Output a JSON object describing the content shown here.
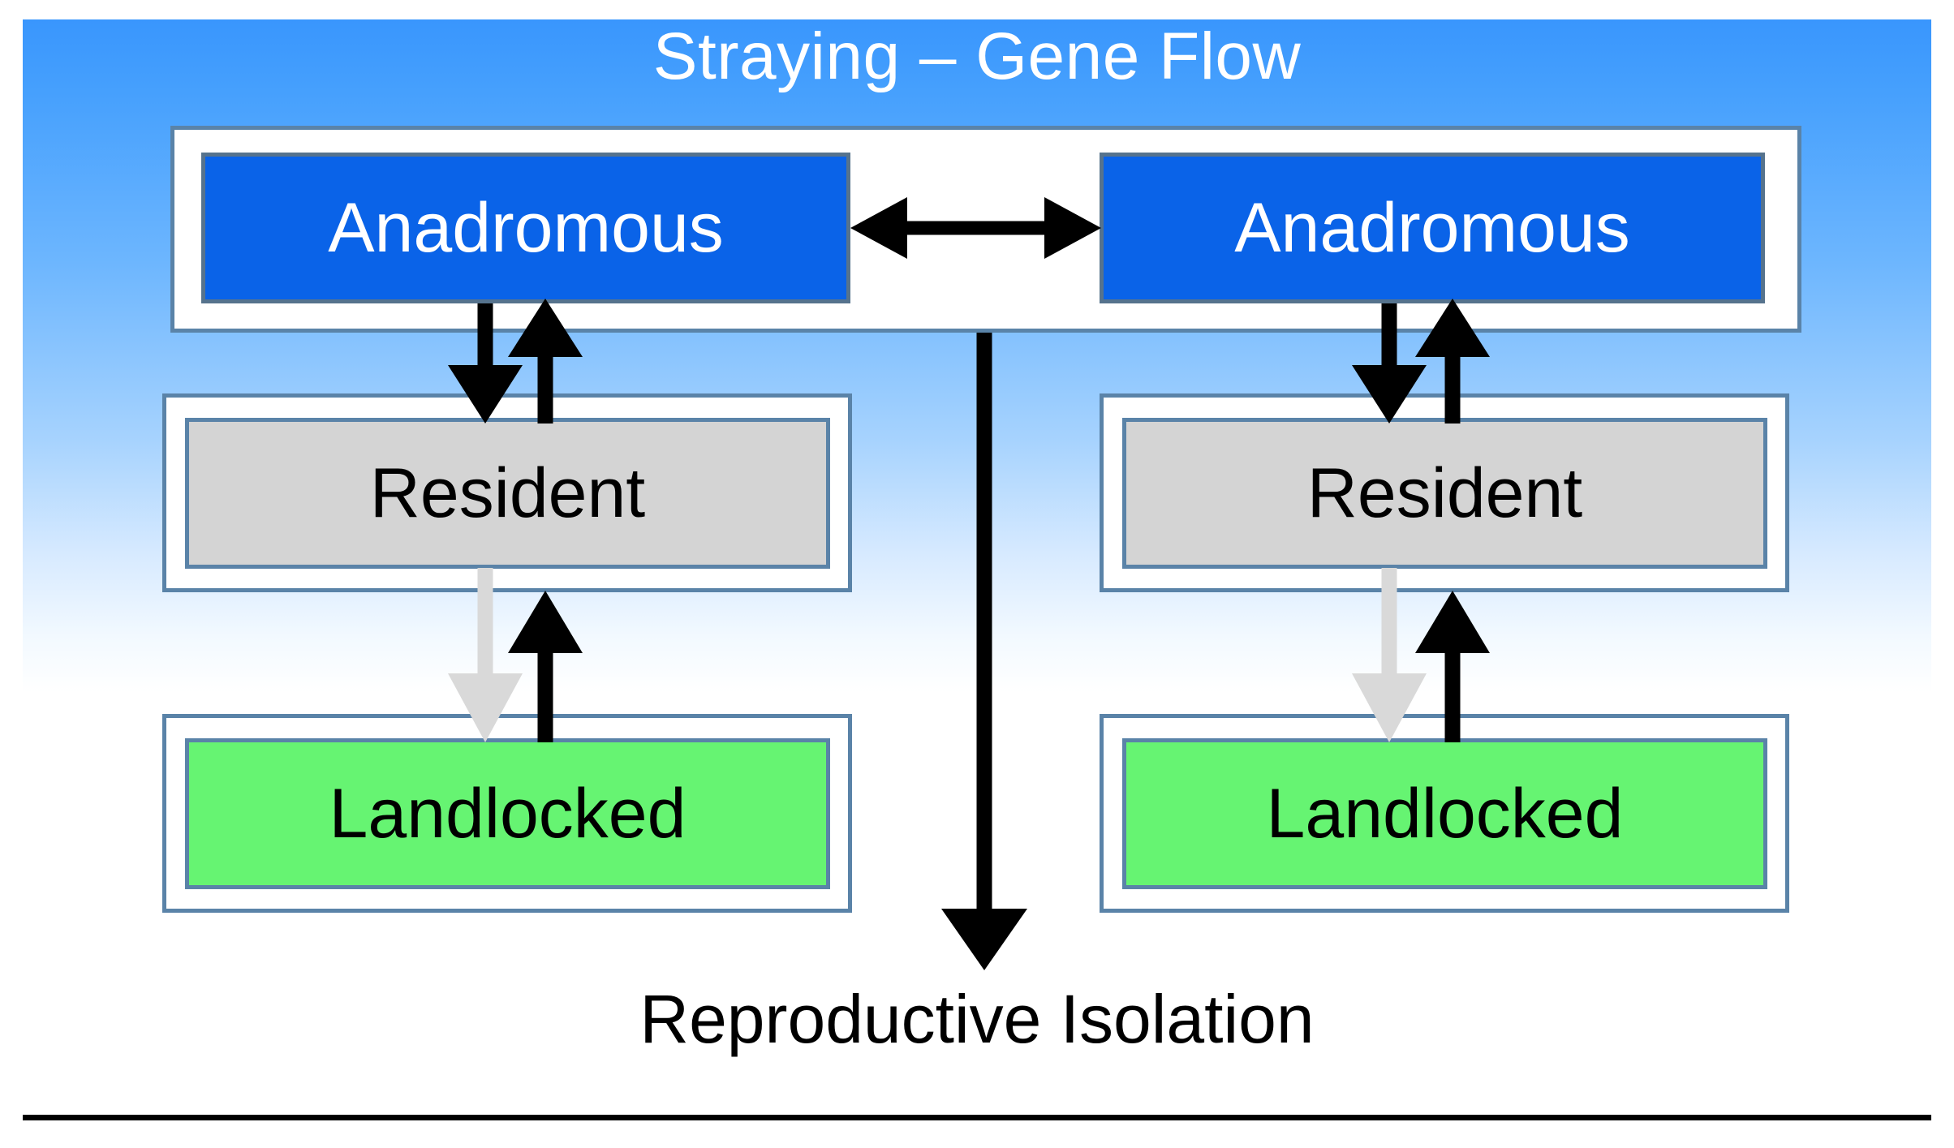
{
  "slide": {
    "title": "Straying – Gene Flow",
    "caption": "Reproductive Isolation",
    "background": {
      "gradient_top": "#3996fd",
      "gradient_bottom": "#ffffff"
    }
  },
  "colors": {
    "anadromous_fill": "#0a63e8",
    "anadromous_text": "#ffffff",
    "resident_fill": "#d4d4d4",
    "landlocked_fill": "#66f472",
    "box_border": "#5a83a8",
    "container_fill": "#ffffff",
    "arrow_black": "#000000",
    "arrow_gray": "#d9d9d9",
    "title_text": "#ffffff",
    "caption_text": "#000000"
  },
  "diagram": {
    "type": "flow-diagram",
    "populations": [
      {
        "side": "left",
        "nodes": [
          {
            "id": "anadromous-left",
            "label": "Anadromous",
            "fill": "#0a63e8"
          },
          {
            "id": "resident-left",
            "label": "Resident",
            "fill": "#d4d4d4"
          },
          {
            "id": "landlocked-left",
            "label": "Landlocked",
            "fill": "#66f472"
          }
        ]
      },
      {
        "side": "right",
        "nodes": [
          {
            "id": "anadromous-right",
            "label": "Anadromous",
            "fill": "#0a63e8"
          },
          {
            "id": "resident-right",
            "label": "Resident",
            "fill": "#d4d4d4"
          },
          {
            "id": "landlocked-right",
            "label": "Landlocked",
            "fill": "#66f472"
          }
        ]
      }
    ],
    "connections": [
      {
        "id": "gene-flow-between-anadromous",
        "from": "anadromous-left",
        "to": "anadromous-right",
        "style": "double-headed",
        "color": "#000000"
      },
      {
        "id": "anadromous-to-resident-left",
        "from": "anadromous-left",
        "to": "resident-left",
        "style": "single",
        "color": "#000000"
      },
      {
        "id": "resident-to-anadromous-left",
        "from": "resident-left",
        "to": "anadromous-left",
        "style": "single",
        "color": "#000000"
      },
      {
        "id": "resident-to-landlocked-left",
        "from": "resident-left",
        "to": "landlocked-left",
        "style": "single",
        "color": "#d9d9d9"
      },
      {
        "id": "landlocked-to-resident-left",
        "from": "landlocked-left",
        "to": "resident-left",
        "style": "single",
        "color": "#000000"
      },
      {
        "id": "anadromous-to-resident-right",
        "from": "anadromous-right",
        "to": "resident-right",
        "style": "single",
        "color": "#000000"
      },
      {
        "id": "resident-to-anadromous-right",
        "from": "resident-right",
        "to": "anadromous-right",
        "style": "single",
        "color": "#000000"
      },
      {
        "id": "resident-to-landlocked-right",
        "from": "resident-right",
        "to": "landlocked-right",
        "style": "single",
        "color": "#d9d9d9"
      },
      {
        "id": "landlocked-to-resident-right",
        "from": "landlocked-right",
        "to": "resident-right",
        "style": "single",
        "color": "#000000"
      },
      {
        "id": "to-reproductive-isolation",
        "from": "anadromous-group",
        "to": "caption",
        "style": "single",
        "color": "#000000"
      }
    ]
  }
}
